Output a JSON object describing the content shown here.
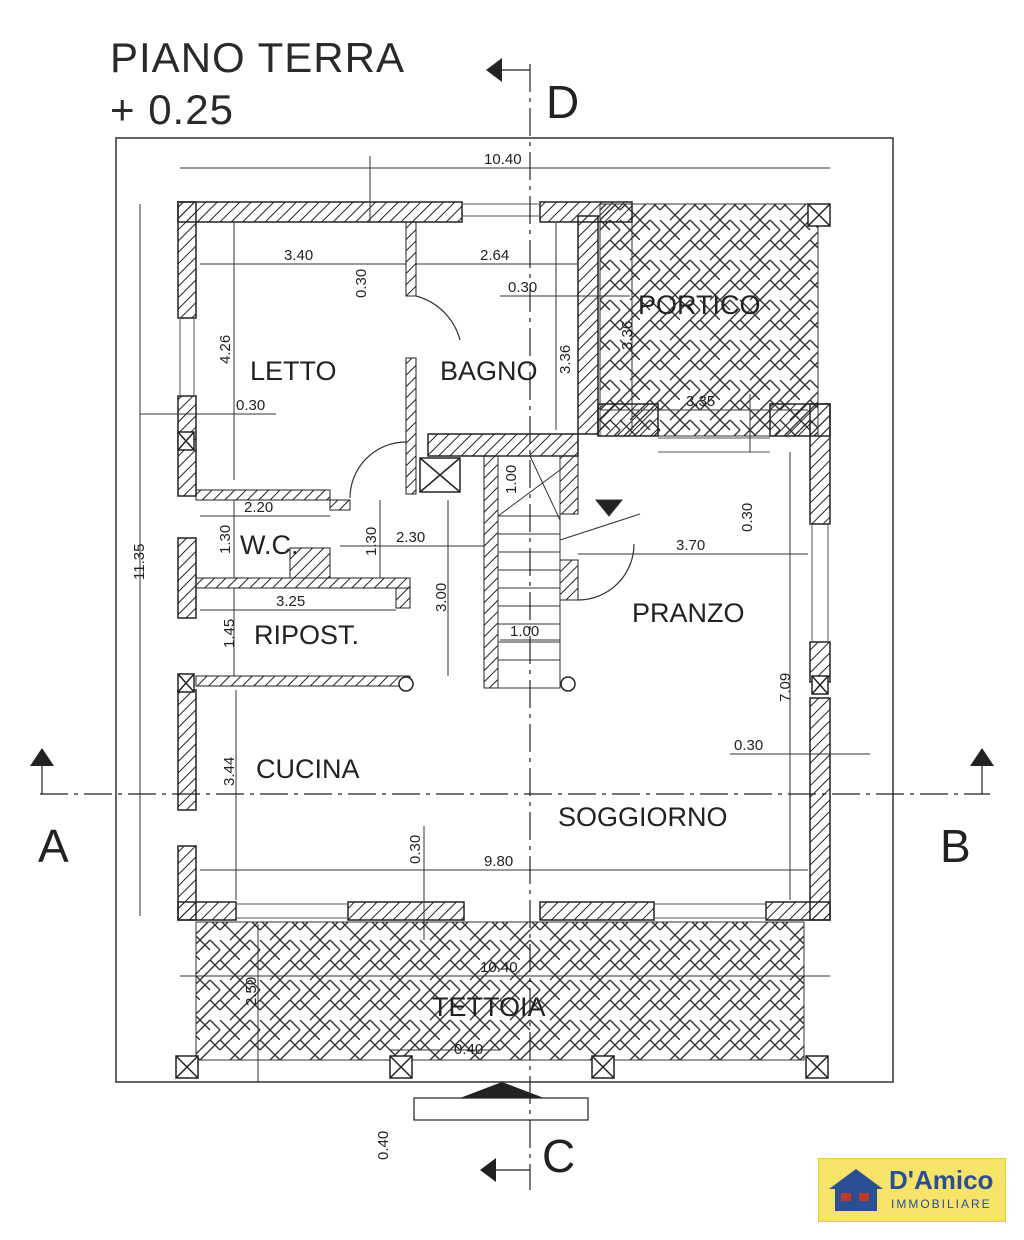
{
  "title": {
    "line1": "PIANO TERRA",
    "line2": "+ 0.25"
  },
  "rooms": {
    "letto": "LETTO",
    "bagno": "BAGNO",
    "portico": "PORTICO",
    "wc": "W.C.",
    "ripost": "RIPOST.",
    "pranzo": "PRANZO",
    "cucina": "CUCINA",
    "soggiorno": "SOGGIORNO",
    "tettoia": "TETTOIA"
  },
  "dimensions": {
    "overall_width_top": "10.40",
    "letto_width": "3.40",
    "wall_0_30_a": "0.30",
    "bagno_width": "2.64",
    "wall_0_30_b": "0.30",
    "bagno_depth": "3.36",
    "portico_depth": "3.36",
    "letto_depth": "4.26",
    "wall_0_30_c": "0.30",
    "portico_width": "3.35",
    "wc_width": "2.20",
    "wc_depth": "1.30",
    "hall_depth": "1.30",
    "hall_width": "2.30",
    "stair_top": "1.00",
    "wall_0_30_d": "0.30",
    "pranzo_width": "3.70",
    "ripost_width": "3.25",
    "ripost_depth": "1.45",
    "hall_length": "3.00",
    "stair_width": "1.00",
    "overall_depth": "11.35",
    "pranzo_depth": "7.09",
    "wall_0_30_e": "0.30",
    "cucina_depth": "3.44",
    "wall_0_30_f": "0.30",
    "soggiorno_width": "9.80",
    "tettoia_width": "10.40",
    "tettoia_depth": "2.50",
    "step_0_40_h": "0.40",
    "step_0_40_v": "0.40"
  },
  "section_marks": {
    "a": "A",
    "b": "B",
    "c": "C",
    "d": "D"
  },
  "logo": {
    "name": "D'Amico",
    "subtitle": "IMMOBILIARE"
  },
  "colors": {
    "line": "#222222",
    "logo_bg": "#f6e46a",
    "logo_text": "#2b4f93"
  }
}
